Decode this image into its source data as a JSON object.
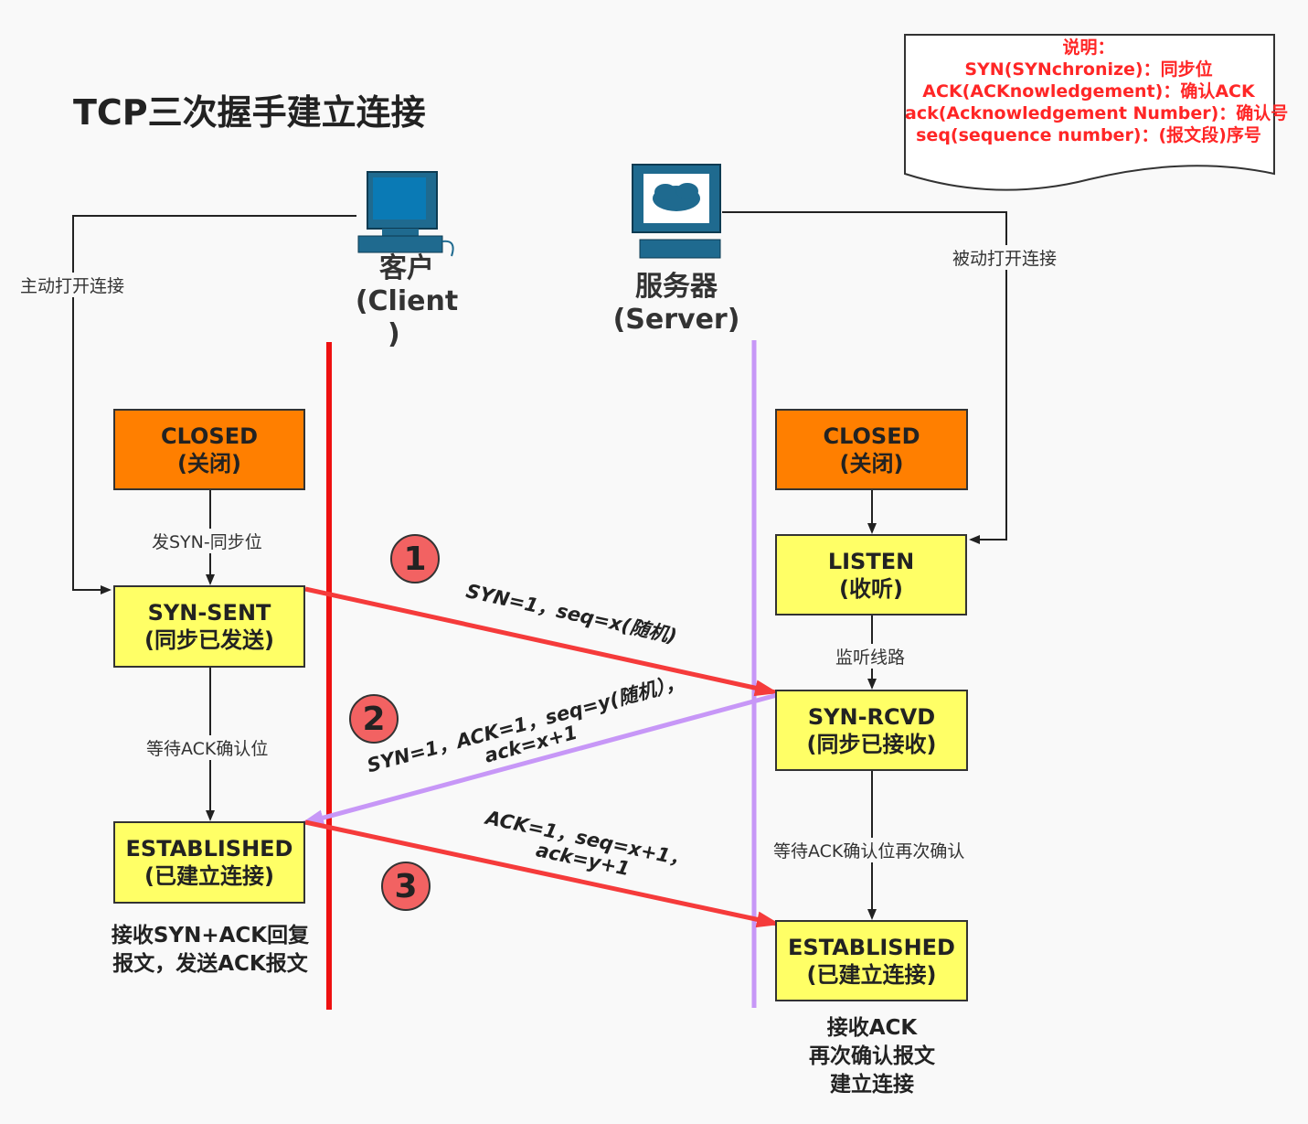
{
  "title": "TCP三次握手建立连接",
  "note": {
    "heading": "说明：",
    "lines": [
      "SYN(SYNchronize)：同步位",
      "ACK(ACKnowledgement)：确认ACK",
      "ack(Acknowledgement Number)：确认号",
      "seq(sequence number)：(报文段)序号"
    ]
  },
  "client": {
    "label_line1": "客户",
    "label_line2": "(Client",
    "label_line3": ")",
    "open_label": "主动打开连接",
    "lifeline_color": "#ee1111",
    "states": {
      "closed": [
        "CLOSED",
        "(关闭)"
      ],
      "syn_sent": [
        "SYN-SENT",
        "(同步已发送)"
      ],
      "established": [
        "ESTABLISHED",
        "(已建立连接)"
      ]
    },
    "transitions": {
      "closed_to_syn_sent": "发SYN-同步位",
      "syn_sent_to_established": "等待ACK确认位"
    },
    "caption_lines": [
      "接收SYN+ACK回复",
      "报文，发送ACK报文"
    ]
  },
  "server": {
    "label_line1": "服务器",
    "label_line2": "(Server)",
    "open_label": "被动打开连接",
    "lifeline_color": "#c797f7",
    "states": {
      "closed": [
        "CLOSED",
        "(关闭)"
      ],
      "listen": [
        "LISTEN",
        "(收听)"
      ],
      "syn_rcvd": [
        "SYN-RCVD",
        "(同步已接收)"
      ],
      "established": [
        "ESTABLISHED",
        "(已建立连接)"
      ]
    },
    "transitions": {
      "listen_to_syn_rcvd": "监听线路",
      "syn_rcvd_to_established": "等待ACK确认位再次确认"
    },
    "caption_lines": [
      "接收ACK",
      "再次确认报文",
      "建立连接"
    ]
  },
  "messages": [
    {
      "step": "1",
      "lines": [
        "SYN=1，seq=x(随机)"
      ],
      "color": "#f53b3b"
    },
    {
      "step": "2",
      "lines": [
        "SYN=1，ACK=1，seq=y(随机），",
        "ack=x+1"
      ],
      "color": "#c797f7"
    },
    {
      "step": "3",
      "lines": [
        "ACK=1，seq=x+1，",
        "ack=y+1"
      ],
      "color": "#f53b3b"
    }
  ],
  "colors": {
    "closed_fill": "#ff7f00",
    "state_fill": "#ffff66",
    "step_fill": "#f26262",
    "note_text": "#ff2626"
  },
  "icons": [
    "computer-icon",
    "server-icon"
  ]
}
